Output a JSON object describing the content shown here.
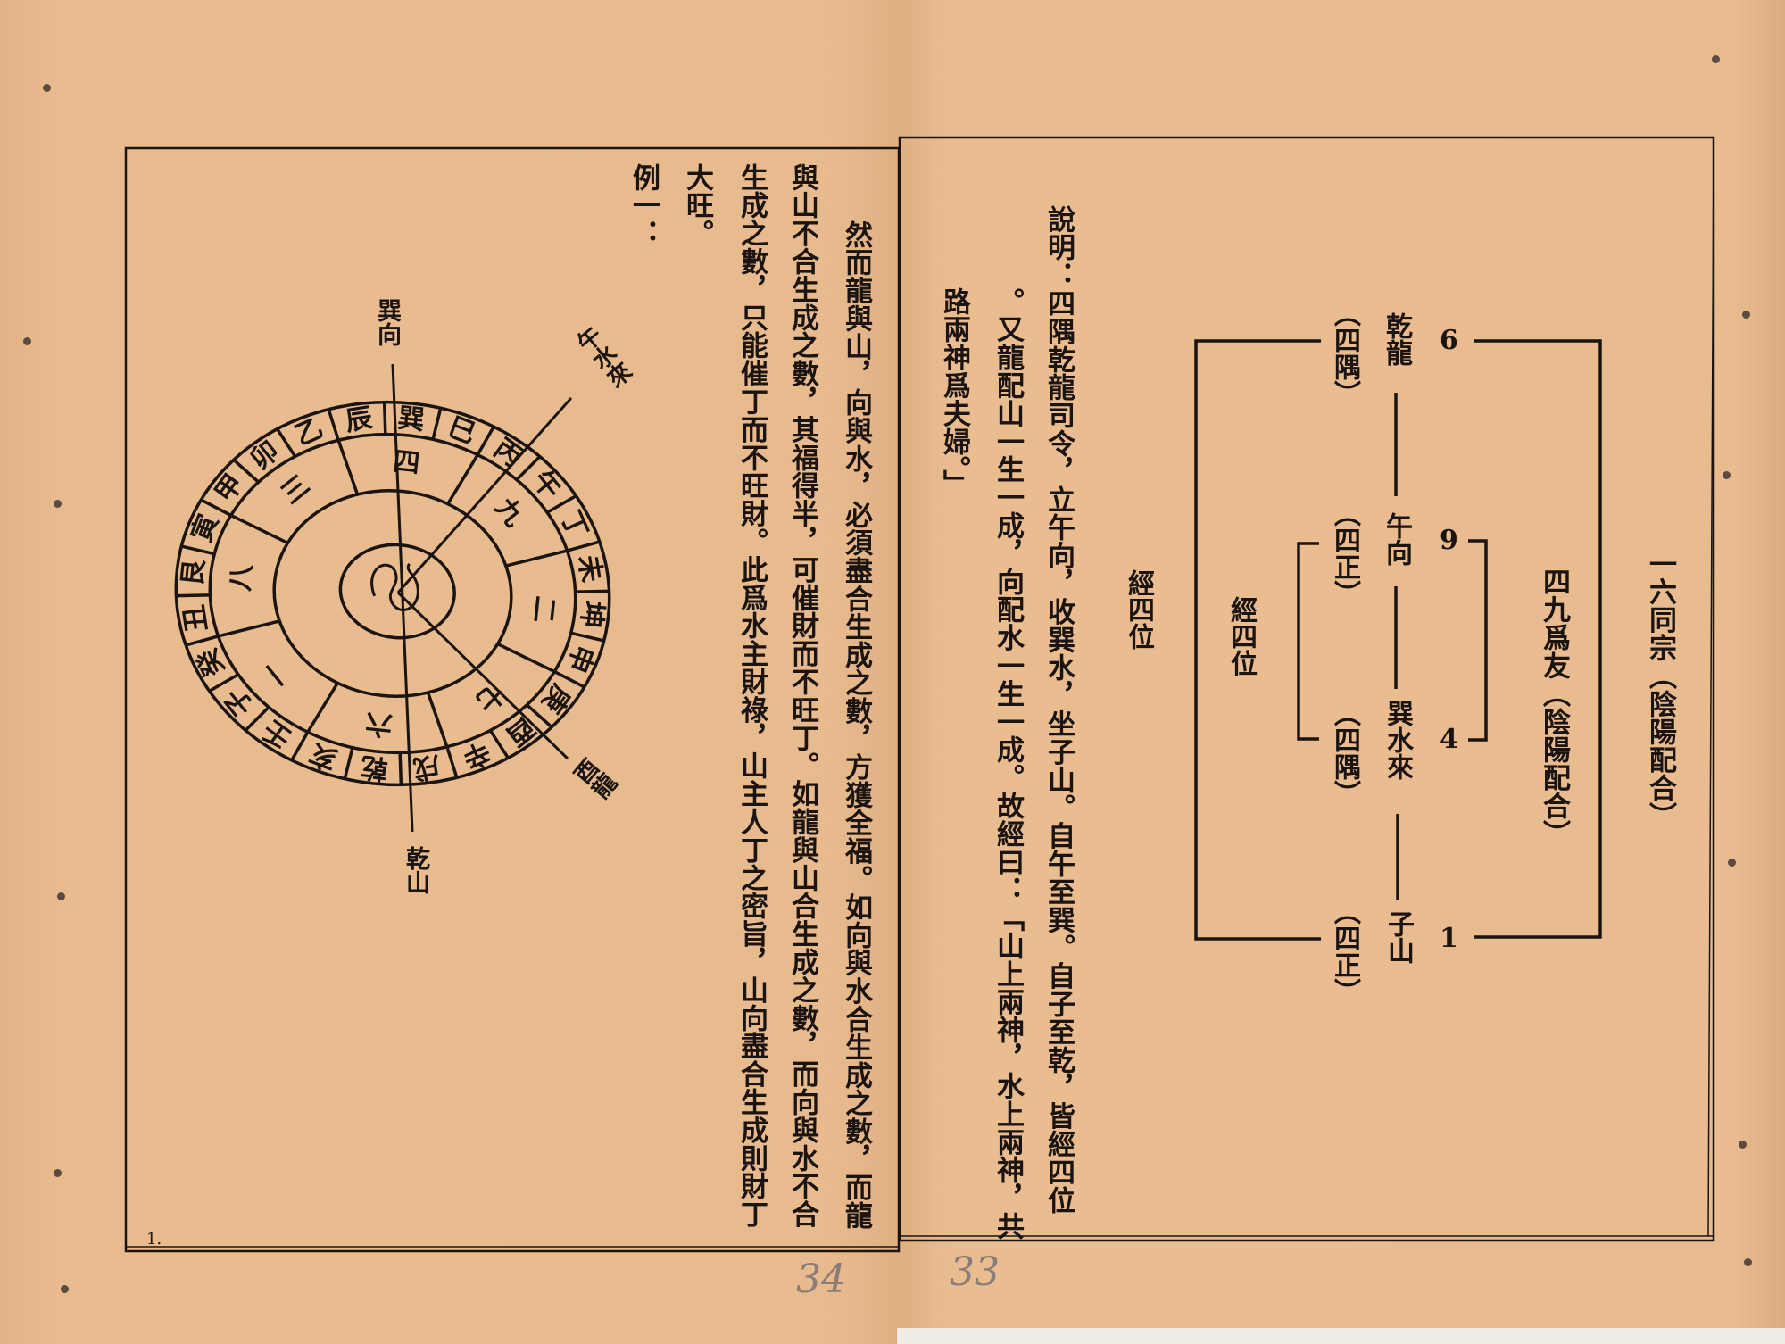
{
  "left_page": {
    "body_columns": [
      "然而龍與山，向與水，必須盡合生成之數，方獲全福。如向與水合生成之數，而龍",
      "與山不合生成之數，其福得半，可催財而不旺丁。如龍與山合生成之數，而向與水不合",
      "生成之數，只能催丁而不旺財。此爲水主財祿，山主人丁之密旨，山向盡合生成則財丁",
      "大旺。"
    ],
    "example_label": "例一：",
    "compass": {
      "mountains": [
        "巽",
        "巳",
        "丙",
        "午",
        "丁",
        "未",
        "坤",
        "申",
        "庚",
        "酉",
        "辛",
        "戌",
        "乾",
        "亥",
        "壬",
        "子",
        "癸",
        "丑",
        "艮",
        "寅",
        "甲",
        "卯",
        "乙",
        "辰"
      ],
      "numbers": [
        "四",
        "九",
        "二",
        "七",
        "六",
        "一",
        "八",
        "三"
      ],
      "labels": {
        "facing": "巽向",
        "water": "午水來",
        "dragon": "酉龍",
        "mountain": "乾山"
      }
    },
    "page_number": "1.",
    "handwritten_page": "34"
  },
  "right_page": {
    "heading": "一六同宗（陰陽配合）",
    "subheading": "四九爲友（陰陽配合）",
    "diagram": {
      "numbers": [
        "6",
        "9",
        "4",
        "1"
      ],
      "positions": [
        "乾龍",
        "午向",
        "巽水來",
        "子山"
      ],
      "categories": [
        "（四隅）",
        "（四正）",
        "（四隅）",
        "（四正）"
      ],
      "bracket_label": "經四位"
    },
    "section_label": "經四位",
    "explanation_columns": [
      "說明：四隅乾龍司令，立午向，收巽水，坐子山。自午至巽。自子至乾，皆經四位",
      "。又龍配山一生一成，向配水一生一成。故經曰：「山上兩神，水上兩神，共",
      "路兩神爲夫婦。」"
    ],
    "handwritten_page": "33"
  }
}
